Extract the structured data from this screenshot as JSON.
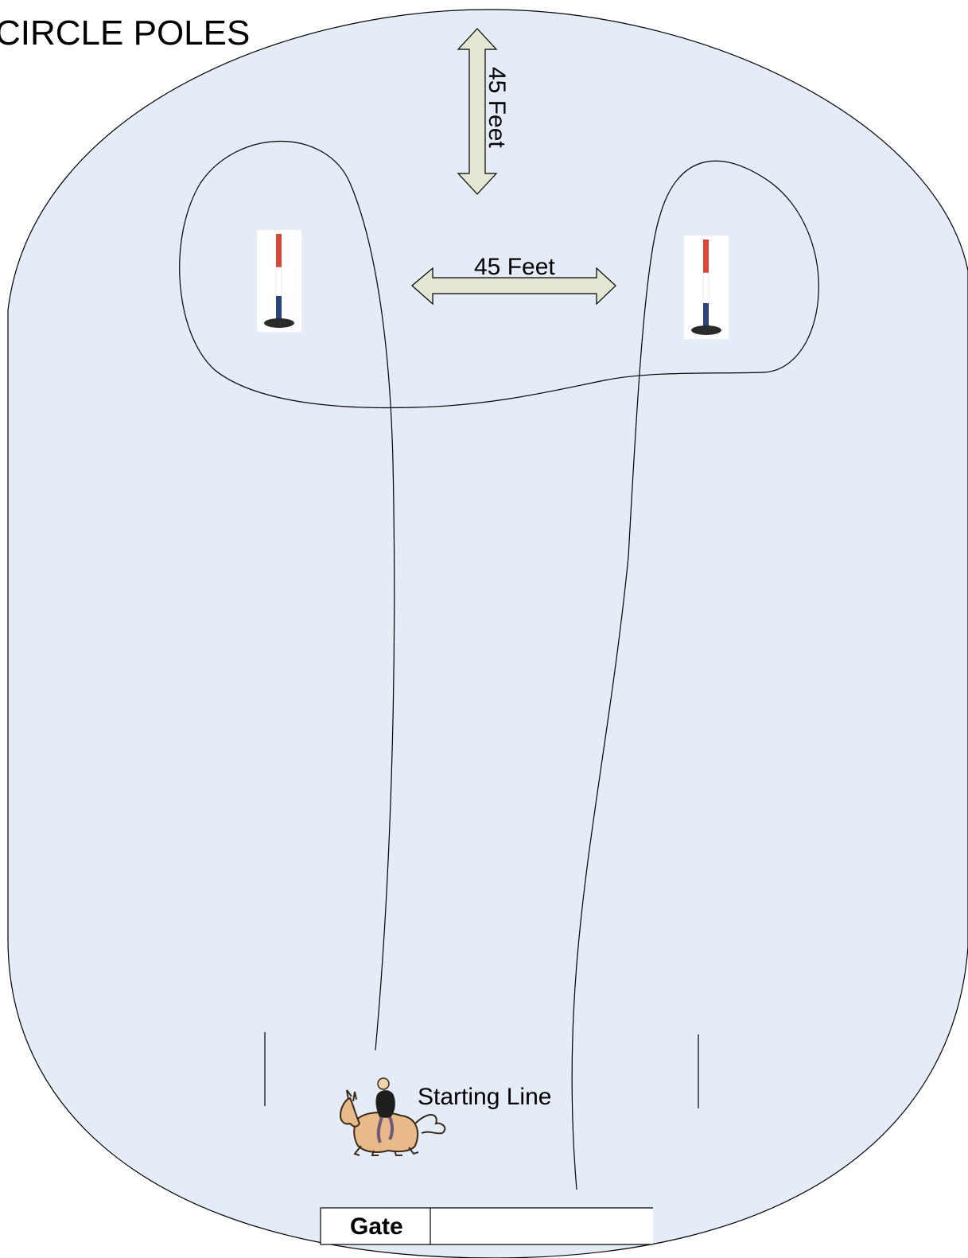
{
  "title": "CIRCLE POLES",
  "measurements": {
    "vertical": "45 Feet",
    "horizontal": "45 Feet"
  },
  "starting_line": "Starting Line",
  "gate": "Gate",
  "colors": {
    "arena_fill": "#e4ecf7",
    "arrow_fill": "#e2e6d2",
    "pole_red": "#d8473a",
    "pole_white": "#ffffff",
    "pole_blue": "#27457a",
    "pole_base": "#2b2b2b",
    "line": "#000000"
  },
  "icons": {
    "pole": "barrel-pole-icon",
    "rider": "horse-and-rider-icon"
  }
}
